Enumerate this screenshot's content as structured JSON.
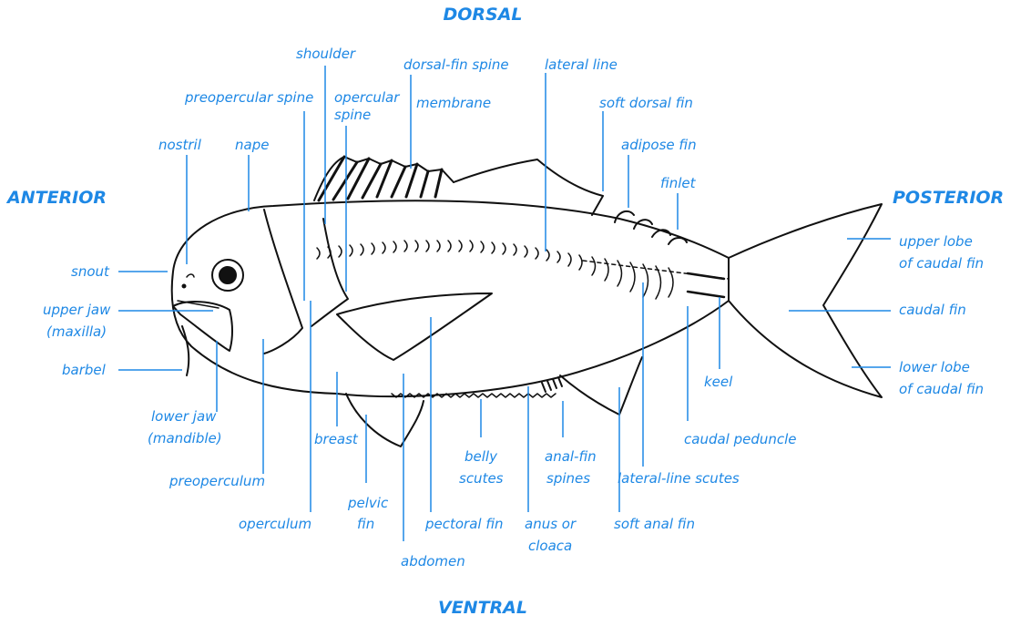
{
  "colors": {
    "label": "#1e88e5",
    "outline": "#111111"
  },
  "directions": {
    "dorsal": "DORSAL",
    "ventral": "VENTRAL",
    "anterior": "ANTERIOR",
    "posterior": "POSTERIOR"
  },
  "labels": {
    "shoulder": "shoulder",
    "dorsal_fin_spine": "dorsal-fin spine",
    "lateral_line": "lateral line",
    "preopercular_spine": "preopercular spine",
    "opercular_spine_1": "opercular",
    "opercular_spine_2": "spine",
    "membrane": "membrane",
    "soft_dorsal_fin": "soft dorsal fin",
    "nostril": "nostril",
    "nape": "nape",
    "adipose_fin": "adipose fin",
    "finlet": "finlet",
    "upper_lobe_1": "upper lobe",
    "upper_lobe_2": "of caudal fin",
    "snout": "snout",
    "upper_jaw_1": "upper jaw",
    "upper_jaw_2": "(maxilla)",
    "caudal_fin": "caudal fin",
    "barbel": "barbel",
    "lower_lobe_1": "lower lobe",
    "lower_lobe_2": "of caudal fin",
    "keel": "keel",
    "lower_jaw_1": "lower jaw",
    "lower_jaw_2": "(mandible)",
    "breast": "breast",
    "caudal_peduncle": "caudal peduncle",
    "belly_scutes_1": "belly",
    "belly_scutes_2": "scutes",
    "anal_fin_spines_1": "anal-fin",
    "anal_fin_spines_2": "spines",
    "preoperculum": "preoperculum",
    "lateral_line_scutes": "lateral-line scutes",
    "pelvic_fin_1": "pelvic",
    "pelvic_fin_2": "fin",
    "operculum": "operculum",
    "pectoral_fin": "pectoral fin",
    "anus_1": "anus or",
    "anus_2": "cloaca",
    "soft_anal_fin": "soft anal fin",
    "abdomen": "abdomen"
  }
}
